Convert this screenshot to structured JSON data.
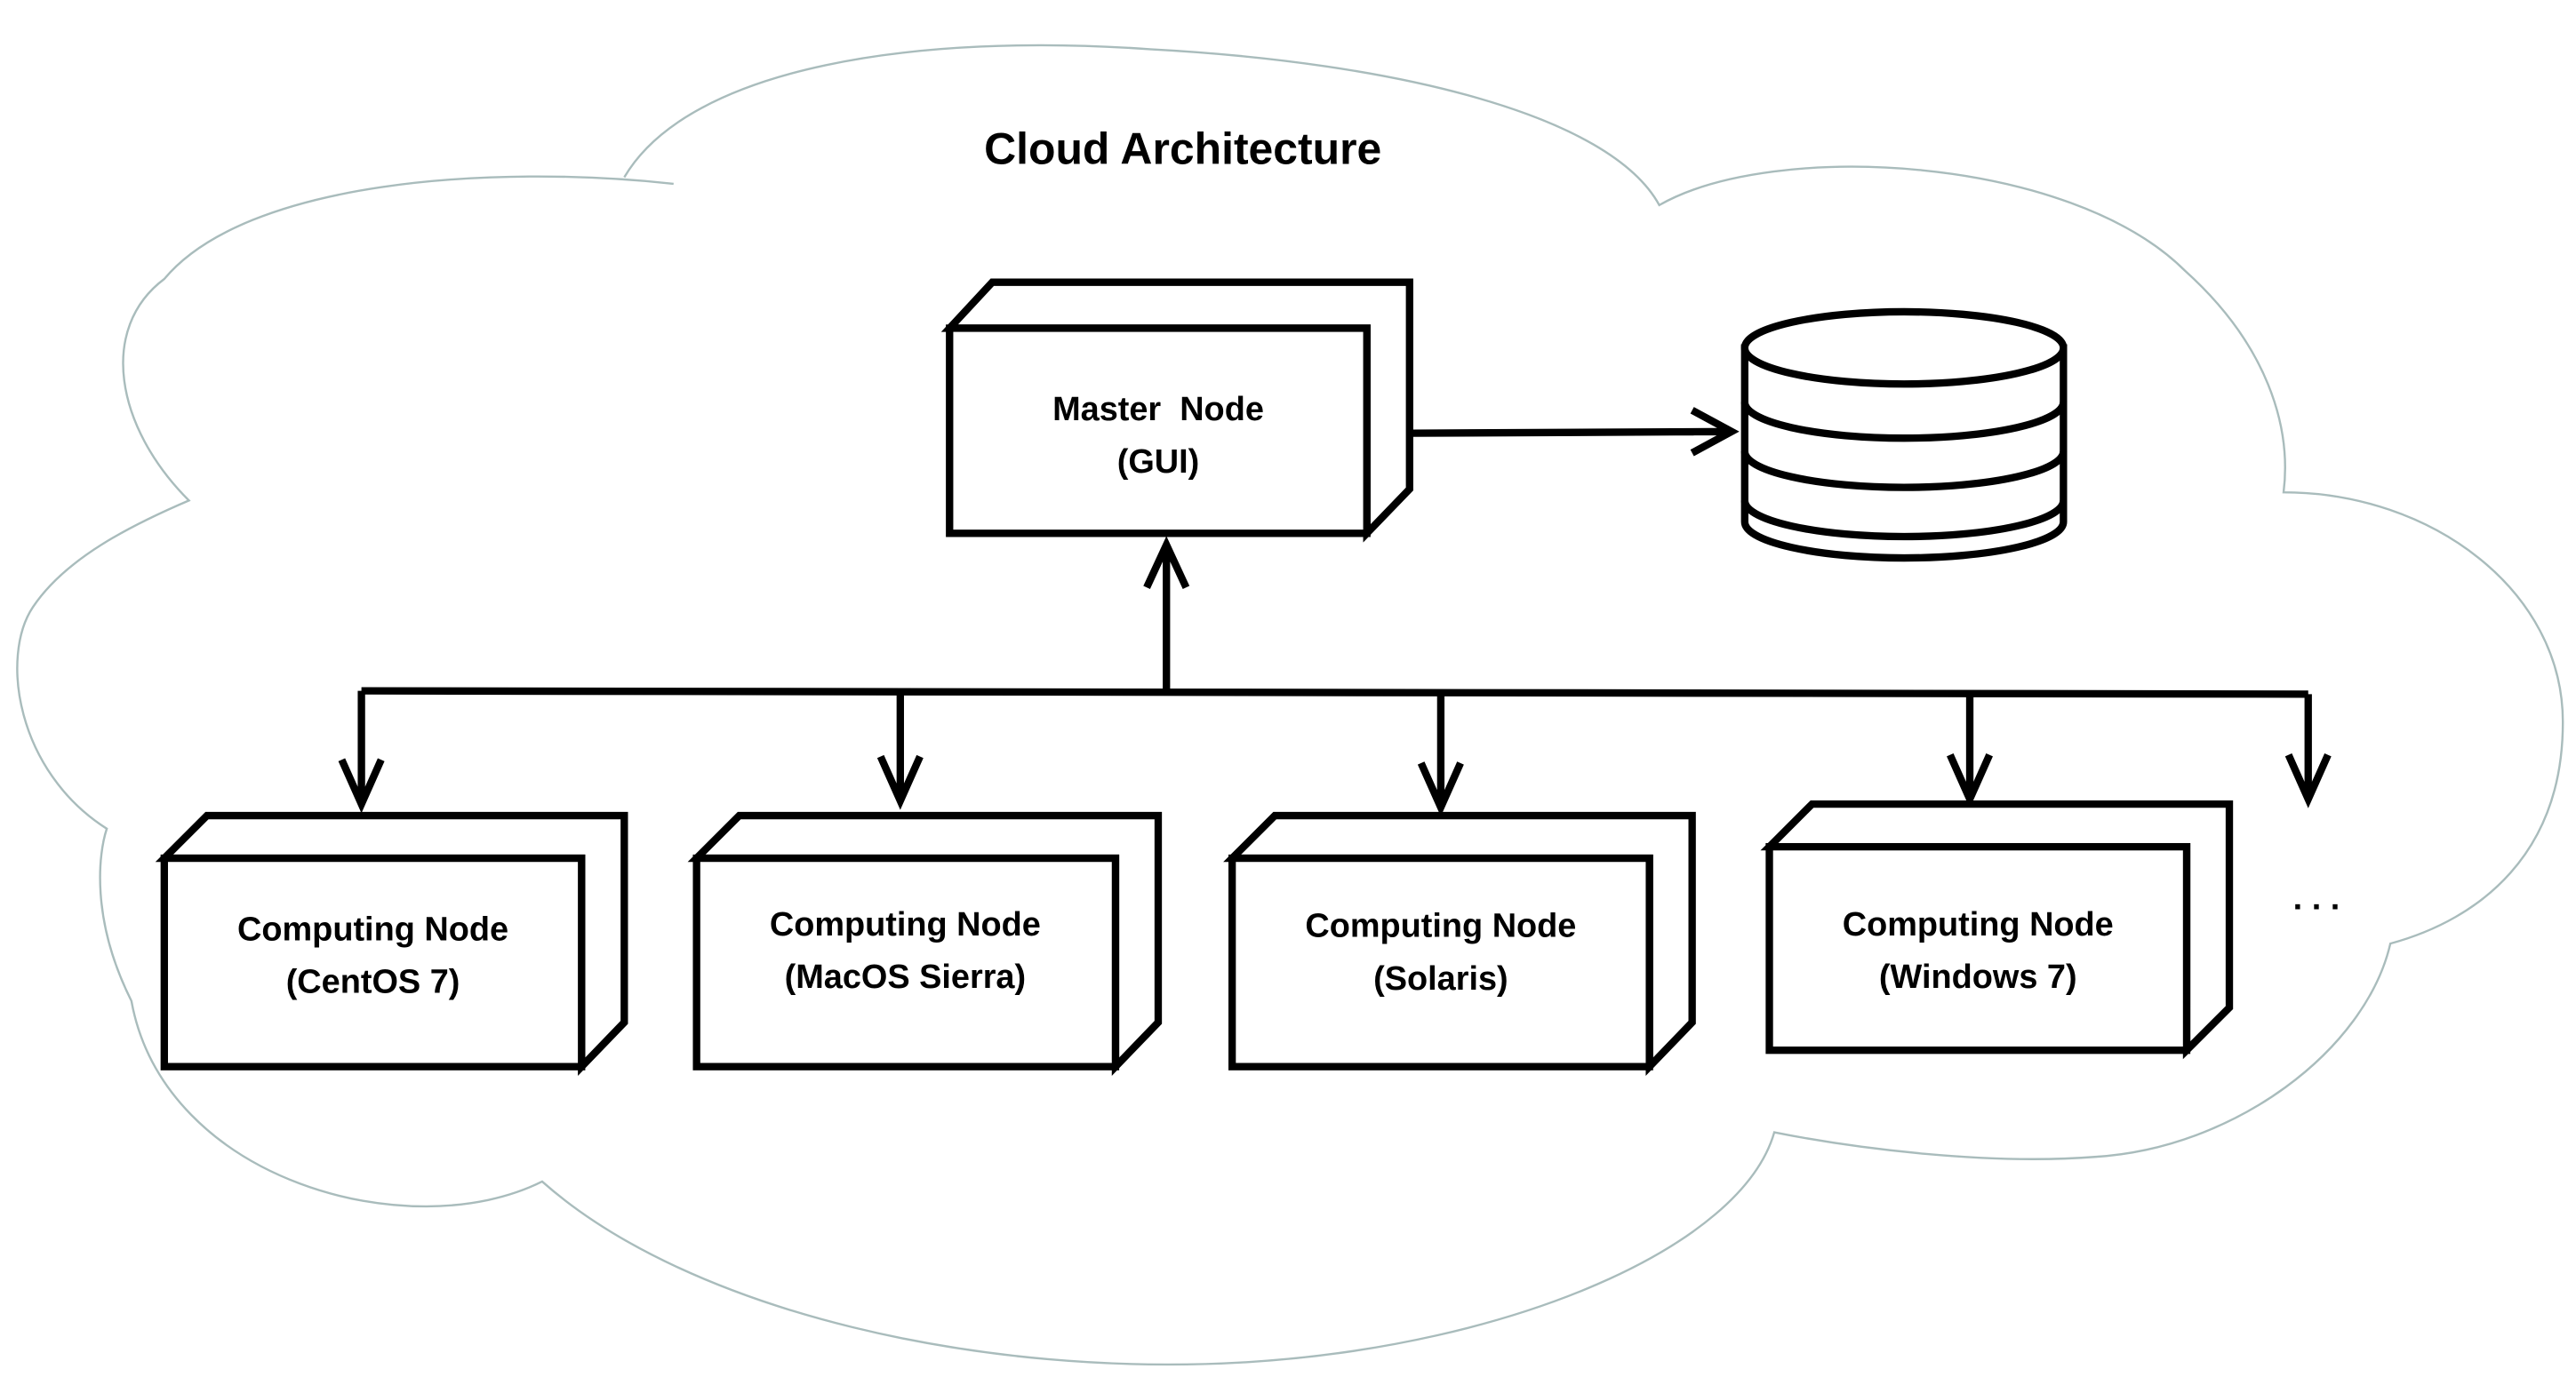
{
  "diagram": {
    "title": "Cloud Architecture",
    "master": {
      "line1": "Master  Node",
      "line2": "(GUI)"
    },
    "database": {
      "icon": "database-icon"
    },
    "nodes": [
      {
        "line1": "Computing Node",
        "line2": "(CentOS 7)"
      },
      {
        "line1": "Computing Node",
        "line2": "(MacOS Sierra)"
      },
      {
        "line1": "Computing Node",
        "line2": "(Solaris)"
      },
      {
        "line1": "Computing Node",
        "line2": "(Windows 7)"
      }
    ],
    "ellipsis": ". . .",
    "colors": {
      "cloud_outline": "#a9bcbc",
      "lines": "#000000"
    }
  }
}
